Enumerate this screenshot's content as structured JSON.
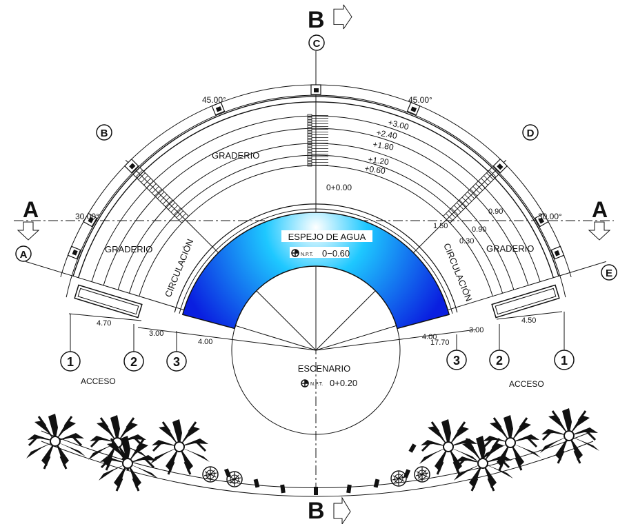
{
  "section_marks": {
    "b_top": "B",
    "b_bottom": "B",
    "a_left": "A",
    "a_right": "A"
  },
  "axis_marks": {
    "a": "A",
    "b": "B",
    "c": "C",
    "d": "D",
    "e": "E"
  },
  "ring_marks": {
    "left_1": "1",
    "left_2": "2",
    "left_3": "3",
    "right_3": "3",
    "right_2": "2",
    "right_1": "1"
  },
  "angles": {
    "top_left": "45.00°",
    "top_right": "45.00°",
    "left": "30.00°",
    "right": "30.00°"
  },
  "levels": {
    "l300": "+3.00",
    "l240": "+2.40",
    "l180": "+1.80",
    "l120": "+1.20",
    "l060": "+0.60",
    "zero": "0+0.00"
  },
  "labels": {
    "graderio_top": "GRADERIO",
    "graderio_left": "GRADERIO",
    "graderio_right": "GRADERIO",
    "circulacion_left": "CIRCULACIÓN",
    "circulacion_right": "CIRCULACIÓN",
    "espejo": "ESPEJO DE AGUA",
    "espejo_npt_tag": "N.P.T.",
    "espejo_npt_value": "0−0.60",
    "escenario": "ESCENARIO",
    "escenario_npt_tag": "N.P.T.",
    "escenario_npt_value": "0+0.20",
    "acceso_left": "ACCESO",
    "acceso_right": "ACCESO"
  },
  "dimensions": {
    "d470": "4.70",
    "d300_left": "3.00",
    "d400_left": "4.00",
    "d400_right": "4.00",
    "d1770": "17.70",
    "d300_right": "3.00",
    "d450": "4.50",
    "d090_a": "0.90",
    "d090_b": "0.90",
    "d030": "0.30",
    "d150": "1.50"
  },
  "colors": {
    "water_light": "#ffffff",
    "water_mid": "#1ec8ff",
    "water_dark": "#0a1fe0",
    "line": "#111111"
  }
}
